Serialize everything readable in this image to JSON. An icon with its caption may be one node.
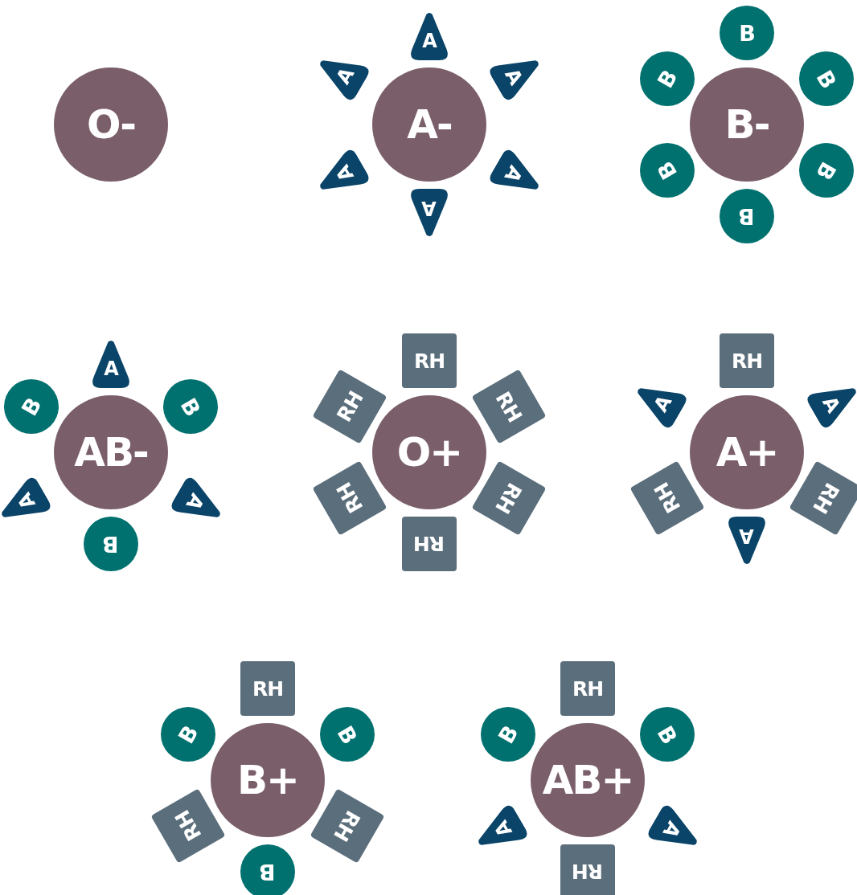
{
  "diagram": {
    "nodes": [
      {
        "text": [
          "O-"
        ]
      },
      {
        "text": [
          "A-"
        ]
      },
      {
        "text": [
          "A"
        ]
      },
      {
        "text": [
          "A"
        ]
      },
      {
        "text": [
          "A"
        ]
      },
      {
        "text": [
          "A"
        ]
      },
      {
        "text": [
          "A"
        ]
      },
      {
        "text": [
          "A"
        ]
      },
      {
        "text": [
          "B-"
        ]
      },
      {
        "text": [
          "B"
        ]
      },
      {
        "text": [
          "B"
        ]
      },
      {
        "text": [
          "B"
        ]
      },
      {
        "text": [
          "B"
        ]
      },
      {
        "text": [
          "B"
        ]
      },
      {
        "text": [
          "B"
        ]
      },
      {
        "text": [
          "AB-"
        ]
      },
      {
        "text": [
          "A"
        ]
      },
      {
        "text": [
          "B"
        ]
      },
      {
        "text": [
          "A"
        ]
      },
      {
        "text": [
          "B"
        ]
      },
      {
        "text": [
          "A"
        ]
      },
      {
        "text": [
          "B"
        ]
      },
      {
        "text": [
          "O+"
        ]
      },
      {
        "text": [
          "RH"
        ]
      },
      {
        "text": [
          "RH"
        ]
      },
      {
        "text": [
          "RH"
        ]
      },
      {
        "text": [
          "RH"
        ]
      },
      {
        "text": [
          "RH"
        ]
      },
      {
        "text": [
          "RH"
        ]
      },
      {
        "text": [
          "A+"
        ]
      },
      {
        "text": [
          "RH"
        ]
      },
      {
        "text": [
          "A"
        ]
      },
      {
        "text": [
          "RH"
        ]
      },
      {
        "text": [
          "A"
        ]
      },
      {
        "text": [
          "RH"
        ]
      },
      {
        "text": [
          "A"
        ]
      },
      {
        "text": [
          "B+"
        ]
      },
      {
        "text": [
          "RH"
        ]
      },
      {
        "text": [
          "B"
        ]
      },
      {
        "text": [
          "RH"
        ]
      },
      {
        "text": [
          "B"
        ]
      },
      {
        "text": [
          "RH"
        ]
      },
      {
        "text": [
          "B"
        ]
      },
      {
        "text": [
          "AB+"
        ]
      },
      {
        "text": [
          "RH"
        ]
      },
      {
        "text": [
          "B"
        ]
      },
      {
        "text": [
          "A"
        ]
      },
      {
        "text": [
          "RH"
        ]
      },
      {
        "text": [
          "A"
        ]
      },
      {
        "text": [
          "B"
        ]
      }
    ]
  }
}
